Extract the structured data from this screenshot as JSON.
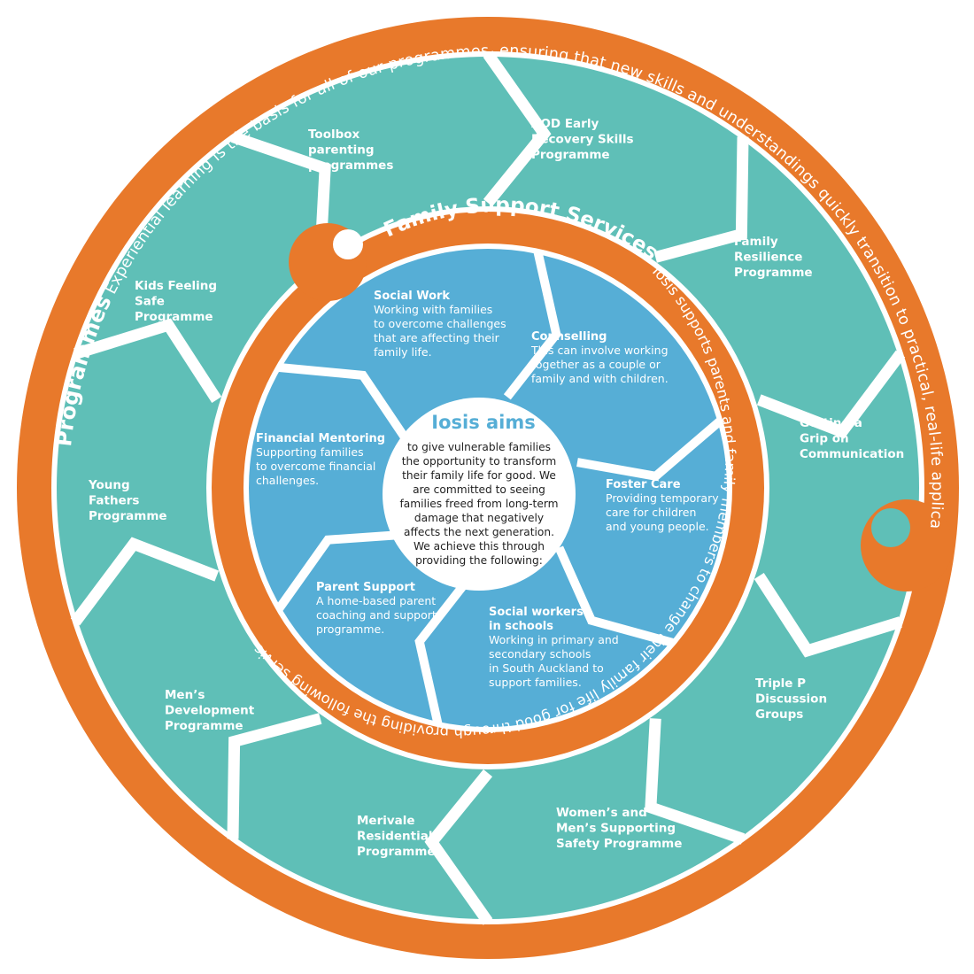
{
  "colors": {
    "orange": "#e8792b",
    "teal": "#5fbfb7",
    "blue": "#56aed6",
    "white": "#ffffff"
  },
  "outer_ring": {
    "heading": "Programmes",
    "text": "Experiential learning is the basis for all of our programmes, ensuring that new skills and understandings quickly transition to practical, real-life applications."
  },
  "inner_ring": {
    "heading": "Family Support Services",
    "text": "Iosis supports parents and family members to change their family life for good through providing the following services:"
  },
  "aims": {
    "title": "Iosis aims",
    "lines": [
      "to give vulnerable families",
      "the opportunity to transform",
      "their family life for good. We",
      "are committed to seeing",
      "families freed from long-term",
      "damage that negatively",
      "affects the next generation.",
      "We achieve this through",
      "providing the following:"
    ]
  },
  "services": [
    {
      "title": "Social Work",
      "lines": [
        "Working with families",
        "to overcome challenges",
        "that are affecting their",
        "family life."
      ]
    },
    {
      "title": "Counselling",
      "lines": [
        "This can involve working",
        "together as a couple or",
        "family and with children."
      ]
    },
    {
      "title": "Foster Care",
      "lines": [
        "Providing temporary",
        "care for children",
        "and young people."
      ]
    },
    {
      "title": "Social workers in schools",
      "title_lines": [
        "Social workers",
        "in schools"
      ],
      "lines": [
        "Working in primary and",
        "secondary schools",
        "in South Auckland to",
        "support families."
      ]
    },
    {
      "title": "Parent Support",
      "lines": [
        "A home-based parent",
        "coaching and support",
        "programme."
      ]
    },
    {
      "title": "Financial Mentoring",
      "lines": [
        "Supporting families",
        "to overcome financial",
        "challenges."
      ]
    }
  ],
  "programmes": [
    {
      "lines": [
        "AOD Early",
        "Recovery Skills",
        "Programme"
      ]
    },
    {
      "lines": [
        "Family",
        "Resilience",
        "Programme"
      ]
    },
    {
      "lines": [
        "Getting a",
        "Grip on",
        "Communication"
      ]
    },
    {
      "lines": [
        "Triple P",
        "Discussion",
        "Groups"
      ]
    },
    {
      "lines": [
        "Women’s and",
        "Men’s Supporting",
        "Safety Programme"
      ]
    },
    {
      "lines": [
        "Merivale",
        "Residential",
        "Programme"
      ]
    },
    {
      "lines": [
        "Men’s",
        "Development",
        "Programme"
      ]
    },
    {
      "lines": [
        "Young",
        "Fathers",
        "Programme"
      ]
    },
    {
      "lines": [
        "Kids Feeling",
        "Safe",
        "Programme"
      ]
    },
    {
      "lines": [
        "Toolbox",
        "parenting",
        "programmes"
      ]
    }
  ]
}
